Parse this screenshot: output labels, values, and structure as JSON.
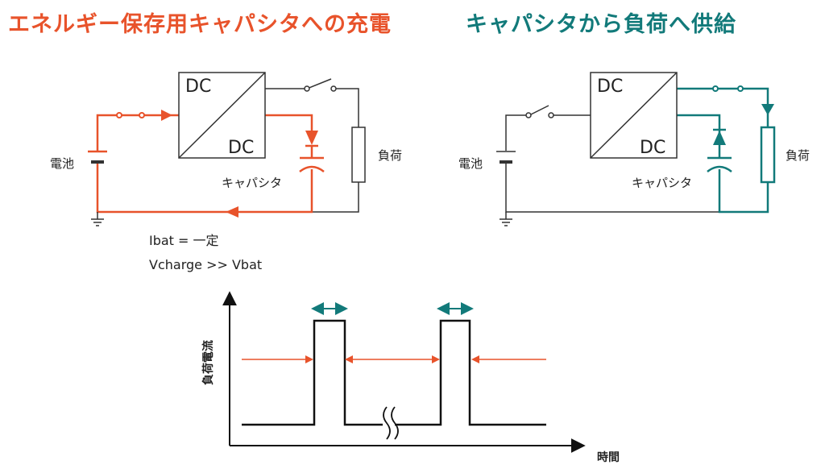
{
  "colors": {
    "charge": "#e8532b",
    "supply": "#127a7a",
    "wire": "#333333"
  },
  "titles": {
    "left": "エネルギー保存用キャパシタへの充電",
    "right": "キャパシタから負荷へ供給"
  },
  "left_circuit": {
    "dc_top": "DC",
    "dc_bottom": "DC",
    "battery": "電池",
    "capacitor": "キャパシタ",
    "load": "負荷",
    "note_ibat": "Ibat = 一定",
    "note_vcharge": "Vcharge >> Vbat"
  },
  "right_circuit": {
    "dc_top": "DC",
    "dc_bottom": "DC",
    "battery": "電池",
    "capacitor": "キャパシタ",
    "load": "負荷"
  },
  "graph": {
    "ylabel": "負荷電流",
    "xlabel": "時間"
  }
}
